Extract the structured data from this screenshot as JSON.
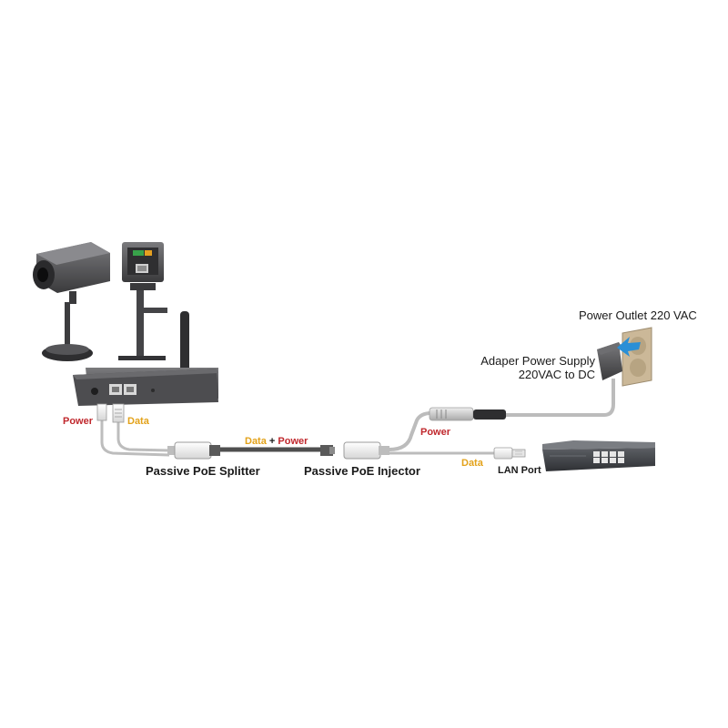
{
  "labels": {
    "power_outlet": "Power Outlet 220 VAC",
    "adapter_line1": "Adaper Power Supply",
    "adapter_line2": "220VAC to DC",
    "power_left": "Power",
    "data_left": "Data",
    "data_combined": "Data",
    "plus": "+",
    "power_combined": "Power",
    "power_right": "Power",
    "data_right": "Data",
    "splitter": "Passive PoE Splitter",
    "injector": "Passive PoE Injector",
    "lan_port": "LAN Port"
  },
  "colors": {
    "power": "#c0282d",
    "data": "#e3a21a",
    "text": "#1a1a1a",
    "cable_light": "#c8c8c8",
    "cable_dark": "#555555",
    "device_dark": "#4a4a4c",
    "outlet_arrow": "#2a8fd6"
  },
  "icons": {
    "ip_camera": "ip-camera-icon",
    "camera_back": "camera-back-icon",
    "wireless_router": "wireless-router-icon",
    "splitter": "poe-splitter-icon",
    "injector": "poe-injector-icon",
    "power_adapter": "power-adapter-icon",
    "wall_outlet": "wall-outlet-icon",
    "network_switch": "network-switch-icon"
  }
}
